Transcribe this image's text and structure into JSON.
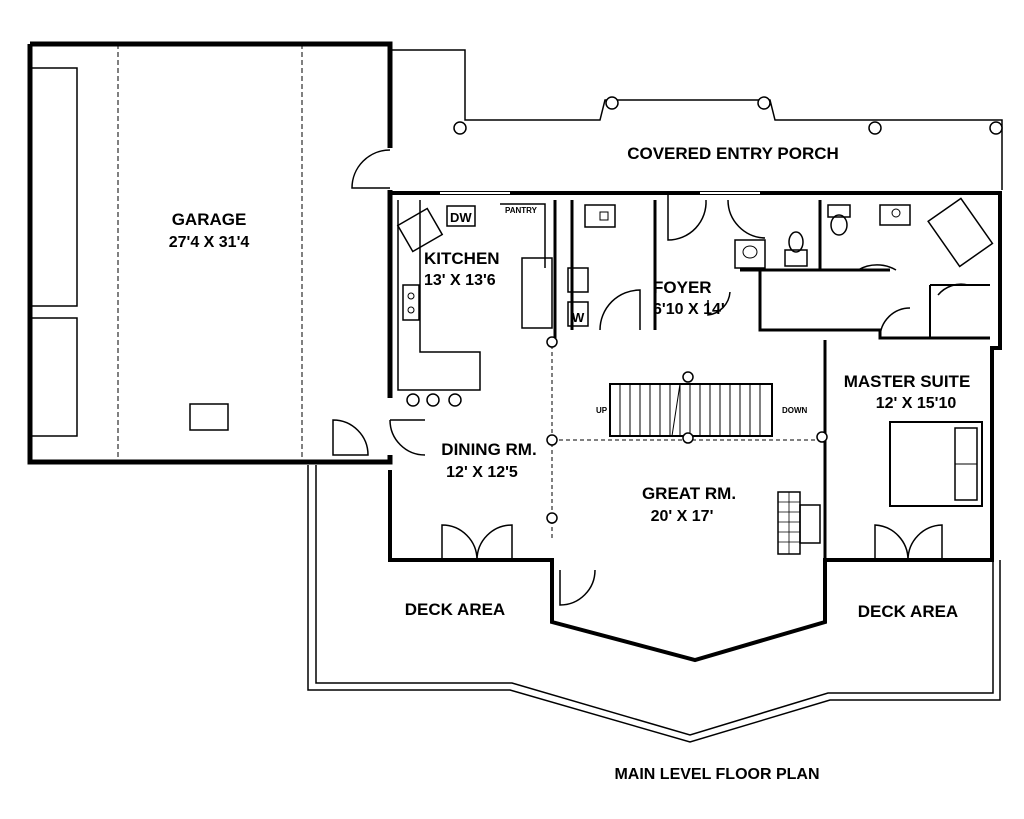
{
  "plan": {
    "title": "MAIN LEVEL FLOOR PLAN",
    "rooms": {
      "garage": {
        "name": "GARAGE",
        "size": "27'4 X 31'4"
      },
      "porch": {
        "name": "COVERED ENTRY PORCH"
      },
      "kitchen": {
        "name": "KITCHEN",
        "size": "13' X 13'6"
      },
      "pantry": {
        "name": "PANTRY"
      },
      "foyer": {
        "name": "FOYER",
        "size": "6'10 X 14'"
      },
      "master": {
        "name": "MASTER SUITE",
        "size": "12' X 15'10"
      },
      "dining": {
        "name": "DINING RM.",
        "size": "12' X 12'5"
      },
      "great": {
        "name": "GREAT RM.",
        "size": "20' X 17'"
      },
      "deck_left": {
        "name": "DECK AREA"
      },
      "deck_right": {
        "name": "DECK AREA"
      }
    },
    "fixtures": {
      "dishwasher": "DW",
      "washer": "W",
      "stair_up": "UP",
      "stair_down": "DOWN"
    }
  }
}
